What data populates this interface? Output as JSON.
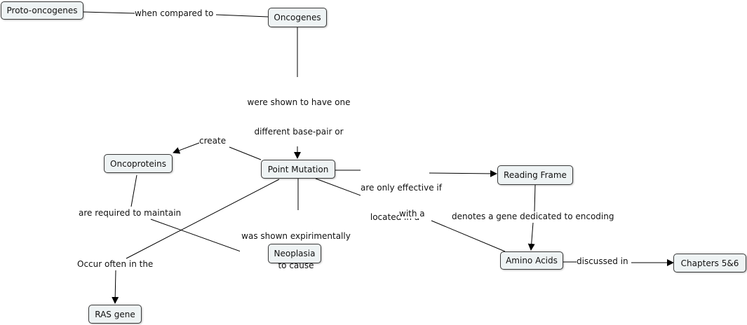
{
  "nodes": {
    "proto_oncogenes": "Proto-oncogenes",
    "oncogenes": "Oncogenes",
    "oncoproteins": "Oncoproteins",
    "point_mutation": "Point Mutation",
    "reading_frame": "Reading Frame",
    "neoplasia": "Neoplasia",
    "amino_acids": "Amino Acids",
    "chapters": "Chapters  5&6",
    "ras_gene": "RAS gene"
  },
  "links": {
    "when_compared_to": "when compared to",
    "shown_one_diff_1": "were shown to have one",
    "shown_one_diff_2": "different base-pair or",
    "create": "create",
    "only_effective_1": "are only effective if",
    "only_effective_2": "located in a",
    "required_to_maintain": "are required to maintain",
    "shown_cause_1": "was shown expirimentally",
    "shown_cause_2": "to cause",
    "with_a": "with a",
    "denotes": "denotes a gene dedicated to encoding",
    "discussed_in": "discussed in",
    "occur_often": "Occur often in the"
  }
}
